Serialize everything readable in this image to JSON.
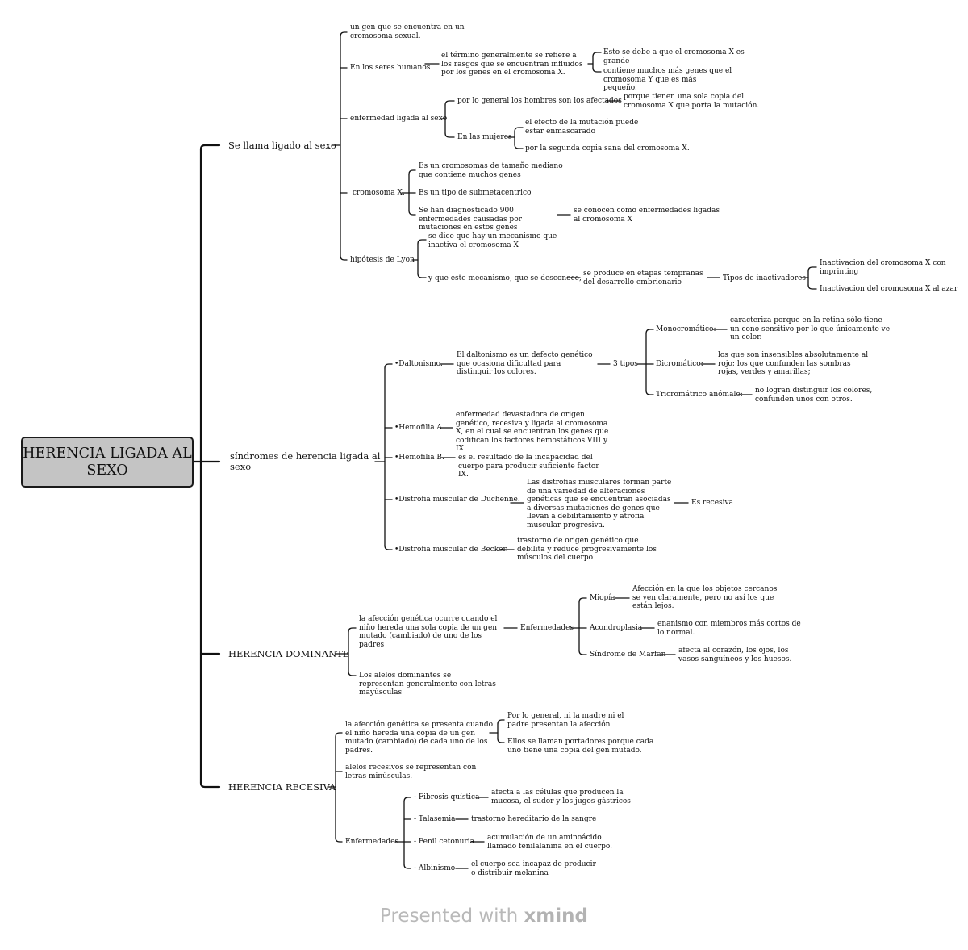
{
  "root": {
    "label": "HERENCIA LIGADA AL SEXO"
  },
  "branches": {
    "ligado": {
      "label": "Se llama ligado al sexo",
      "gen": "un gen que se encuentra en un cromosoma sexual.",
      "humanos": "En los seres humanos",
      "termino": "el término generalmente se refiere a los rasgos que se encuentran influidos por los genes en el cromosoma X.",
      "grande": "Esto se debe a que el cromosoma X es grande",
      "muchos_genes": "contiene muchos más genes que el cromosoma Y que es más pequeño.",
      "enfermedad": "enfermedad ligada al sexo",
      "hombres": "por lo general los hombres son los afectados",
      "una_copia": "porque tienen una sola copia del cromosoma X que porta la mutación.",
      "mujeres": "En las mujeres",
      "enmascarado": "el efecto de la mutación puede estar enmascarado",
      "segunda_copia": "por la segunda copia sana del cromosoma X.",
      "cromosoma_x": "cromosoma X.",
      "tamano": "Es un cromosomas de tamaño mediano que contiene muchos genes",
      "submeta": "Es un tipo de submetacentrico",
      "diagnosticado": "Se han diagnosticado 900 enfermedades causadas por mutaciones en estos genes",
      "conocen": "se conocen como enfermedades ligadas al cromosoma X",
      "lyon": "hipótesis de Lyon",
      "mecanismo": "se dice que hay un mecanismo que inactiva el cromosoma X",
      "desconoce": "y que este mecanismo, que se desconoce,",
      "etapas": "se produce en etapas tempranas del desarrollo embrionario",
      "tipos_inact": "Tipos de inactivadores",
      "imprinting": "Inactivacion del cromosoma X con imprinting",
      "azar": "Inactivacion del cromosoma X al azar"
    },
    "sindromes": {
      "label": "síndromes de herencia ligada al sexo",
      "daltonismo": "•Daltonismo.",
      "dalt_def": "El daltonismo es un defecto genético que ocasiona dificultad para distinguir los colores.",
      "tres_tipos": "3 tipos",
      "mono": "Monocromático:",
      "mono_def": "caracteriza porque en la retina sólo tiene un cono sensitivo por lo que únicamente ve un color.",
      "dicro": "Dicromático:",
      "dicro_def": "los que son insensibles absolutamente al rojo; los que confunden las sombras rojas, verdes y amarillas;",
      "tricro": "Tricromátrico anómalo:",
      "tricro_def": "no logran distinguir los colores, confunden unos con otros.",
      "hemoA": "•Hemofilia A",
      "hemoA_def": "enfermedad devastadora de origen genético, recesiva y ligada al cromosoma X, en el cual se encuentran los genes que codifican los factores hemostáticos VIII y IX.",
      "hemoB": "•Hemofilia B.",
      "hemoB_def": "es el resultado de la incapacidad del cuerpo para producir suficiente factor IX.",
      "duchenne": "•Distrofia muscular de Duchenne.",
      "duchenne_def": "Las distrofias musculares forman parte de una variedad de alteraciones genéticas que se encuentran asociadas a diversas mutaciones de genes que llevan a debilitamiento y atrofia muscular progresiva.",
      "recesiva": "Es recesiva",
      "becker": "•Distrofia muscular de Becker.",
      "becker_def": "trastorno de origen genético que debilita y reduce progresivamente los músculos del cuerpo"
    },
    "dominante": {
      "label": "HERENCIA DOMINANTE",
      "afeccion": "la afección genética ocurre cuando el niño hereda una sola copia de un gen mutado (cambiado) de uno de los padres",
      "enfermedades": "Enfermedades",
      "miopia": "Miopía",
      "miopia_def": "Afección en la que los objetos cercanos se ven claramente, pero no así los que están lejos.",
      "acondro": "Acondroplasia",
      "acondro_def": "enanismo con miembros más cortos de lo normal.",
      "marfan": "Síndrome de Marfan",
      "marfan_def": "afecta al corazón, los ojos, los vasos sanguíneos y los huesos.",
      "alelos": "Los alelos dominantes se representan generalmente con letras mayúsculas"
    },
    "recesiva": {
      "label": "HERENCIA RECESIVA",
      "afeccion": "la afección genética se presenta cuando el niño hereda una copia de un gen mutado (cambiado) de cada uno de los padres.",
      "madre_padre": "Por lo general, ni la madre ni el padre presentan la afección",
      "portadores": "Ellos se llaman portadores porque cada uno tiene una copia del gen mutado.",
      "alelos": "alelos recesivos se representan con letras minúsculas.",
      "enfermedades": "Enfermedades",
      "fibrosis": "- Fibrosis quística",
      "fibrosis_def": "afecta a las células que producen la mucosa, el sudor y los jugos gástricos",
      "talasemia": "- Talasemia",
      "talasemia_def": "trastorno hereditario de la sangre",
      "fenil": "- Fenil cetonuria",
      "fenil_def": "acumulación de un aminoácido llamado fenilalanina en el cuerpo.",
      "albinismo": "- Albinismo",
      "albinismo_def": "el cuerpo sea incapaz de producir o distribuir melanina"
    }
  },
  "footer": {
    "prefix": "Presented with ",
    "brand": "xmind"
  }
}
